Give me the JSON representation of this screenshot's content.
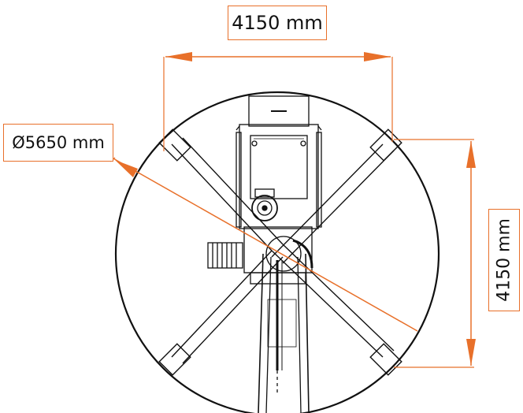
{
  "dimensions": {
    "width_label": "4150 mm",
    "depth_label": "4150 mm",
    "diameter_label": "Ø5650 mm"
  },
  "colors": {
    "dimension_line": "#e8702a",
    "outline": "#111111",
    "background": "#ffffff"
  }
}
